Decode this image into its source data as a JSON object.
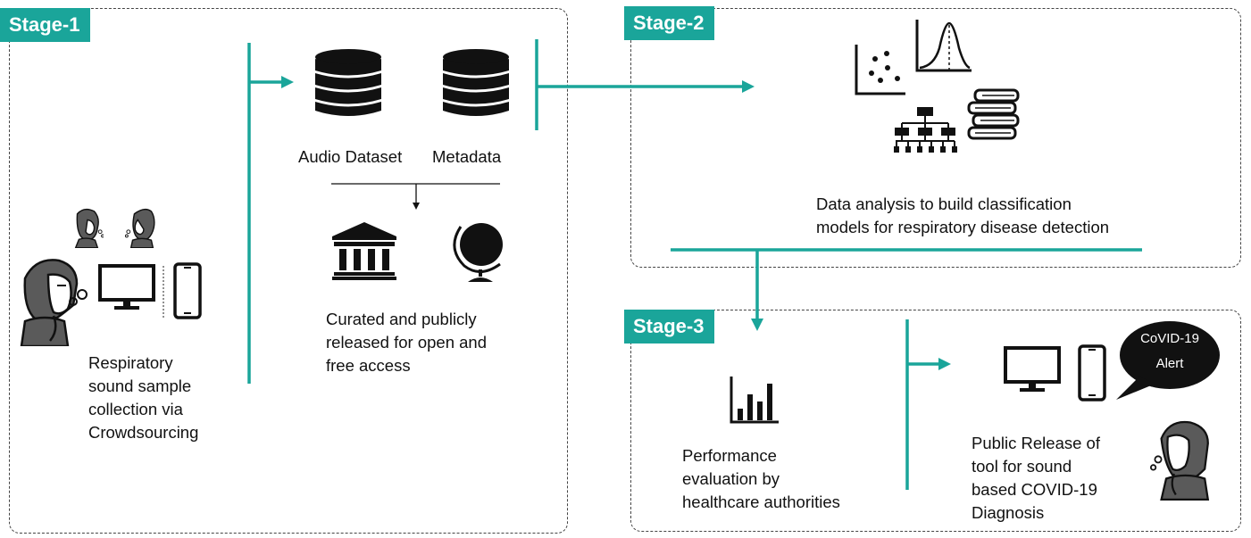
{
  "stages": {
    "stage1": {
      "label": "Stage-1"
    },
    "stage2": {
      "label": "Stage-2"
    },
    "stage3": {
      "label": "Stage-3"
    }
  },
  "stage1": {
    "collection_text": "Respiratory\nsound sample\ncollection via\nCrowdsourcing",
    "dataset_label": "Audio Dataset",
    "metadata_label": "Metadata",
    "release_text": "Curated and publicly\nreleased for open and\nfree access"
  },
  "stage2": {
    "analysis_text": "Data analysis to build classification\nmodels for respiratory disease detection"
  },
  "stage3": {
    "evaluation_text": "Performance\nevaluation by\nhealthcare authorities",
    "public_release_text": "Public Release of\ntool for sound\nbased COVID-19\nDiagnosis",
    "alert_text": "CoVID-19\nAlert"
  },
  "colors": {
    "accent": "#1aa59a",
    "icon": "#111111",
    "person_fill": "#5a5a5a",
    "border": "#444444"
  },
  "icons": [
    "person-coughing-icon",
    "monitor-icon",
    "smartphone-icon",
    "database-icon",
    "museum-icon",
    "globe-icon",
    "scatter-plot-icon",
    "bell-curve-icon",
    "org-chart-icon",
    "books-icon",
    "bar-chart-icon",
    "speech-bubble-icon"
  ]
}
